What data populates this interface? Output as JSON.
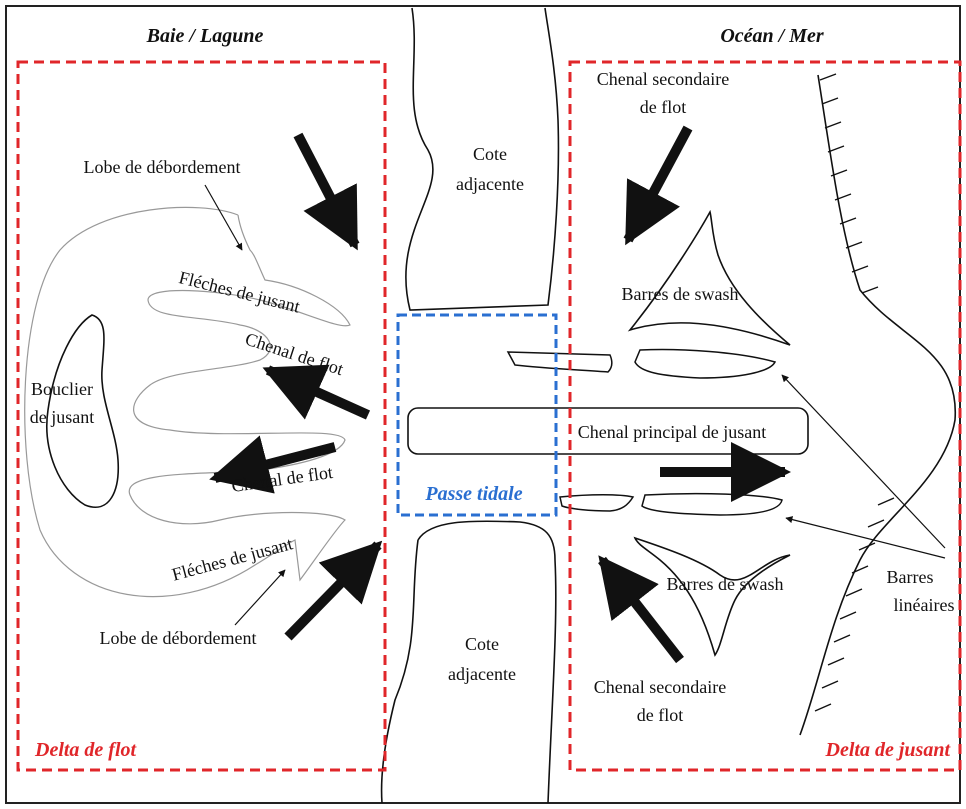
{
  "headers": {
    "left": "Baie / Lagune",
    "right": "Océan / Mer"
  },
  "zones": {
    "flood_delta": "Delta de flot",
    "ebb_delta": "Delta de jusant",
    "inlet": "Passe tidale"
  },
  "labels": {
    "lobe_top": "Lobe de débordement",
    "lobe_bottom": "Lobe de débordement",
    "fleches_top": "Fléches de jusant",
    "fleches_bottom": "Fléches de jusant",
    "chenal_flot_top": "Chenal de flot",
    "chenal_flot_bottom": "Chenal de flot",
    "bouclier_1": "Bouclier",
    "bouclier_2": "de jusant",
    "cote_top_1": "Cote",
    "cote_top_2": "adjacente",
    "cote_bottom_1": "Cote",
    "cote_bottom_2": "adjacente",
    "chenal_sec_top_1": "Chenal secondaire",
    "chenal_sec_top_2": "de flot",
    "chenal_sec_bottom_1": "Chenal secondaire",
    "chenal_sec_bottom_2": "de flot",
    "barres_swash_top": "Barres de swash",
    "barres_swash_bottom": "Barres de swash",
    "chenal_principal": "Chenal principal de jusant",
    "barres_lineaires_1": "Barres",
    "barres_lineaires_2": "linéaires"
  },
  "colors": {
    "red_box": "#e0262a",
    "blue_box": "#2a6fd1",
    "ink": "#111111"
  }
}
